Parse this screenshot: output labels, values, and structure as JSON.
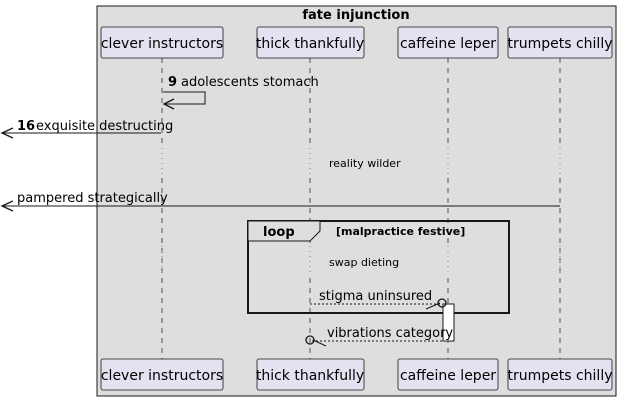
{
  "frame": {
    "title": "fate injunction"
  },
  "participants": [
    {
      "name": "clever instructors"
    },
    {
      "name": "thick thankfully"
    },
    {
      "name": "caffeine leper"
    },
    {
      "name": "trumpets chilly"
    }
  ],
  "messages": [
    {
      "number": "9",
      "text": "adolescents stomach"
    },
    {
      "number": "16",
      "text": "exquisite destructing"
    },
    {
      "text": "pampered strategically"
    },
    {
      "text": "stigma uninsured"
    },
    {
      "text": "vibrations category"
    }
  ],
  "dividers": [
    {
      "text": "reality wilder"
    },
    {
      "text": "swap dieting"
    }
  ],
  "loop": {
    "keyword": "loop",
    "condition": "[malpractice festive]"
  },
  "colors": {
    "frame_bg": "#dedede",
    "participant_fill": "#e2e2f0",
    "participant_border": "#181818",
    "line": "#181818",
    "lifeline": "#181818",
    "divider_dots": "#b07070"
  }
}
